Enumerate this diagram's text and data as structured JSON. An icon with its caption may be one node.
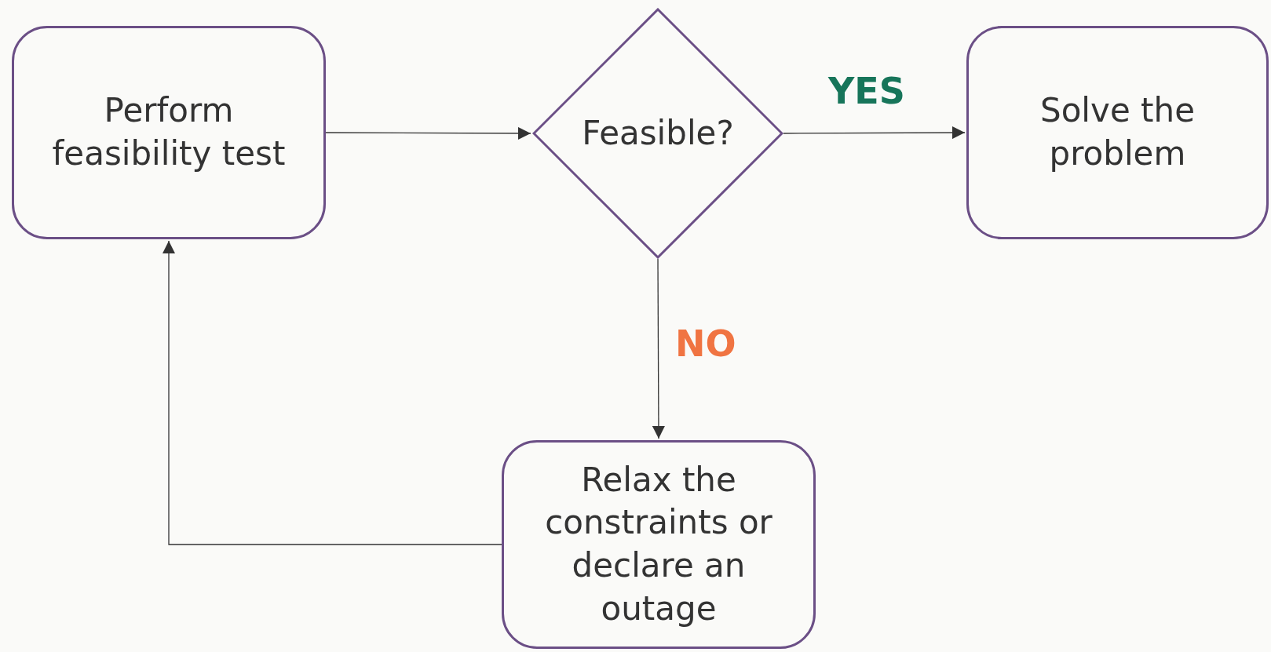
{
  "diagram": {
    "nodes": [
      {
        "text": [
          "Perform feasibility test"
        ]
      },
      {
        "text": [
          "Feasible?"
        ]
      },
      {
        "text": [
          "Solve the problem"
        ]
      },
      {
        "text": [
          "Relax the constraints or declare an outage"
        ]
      }
    ],
    "edges": [
      {
        "from": 0,
        "to": 1,
        "arrow": "to"
      },
      {
        "from": 1,
        "to": 2,
        "arrow": "to",
        "label": "YES"
      },
      {
        "from": 1,
        "to": 3,
        "arrow": "to",
        "label": "NO"
      },
      {
        "from": 3,
        "to": 0,
        "arrow": "to"
      }
    ]
  }
}
